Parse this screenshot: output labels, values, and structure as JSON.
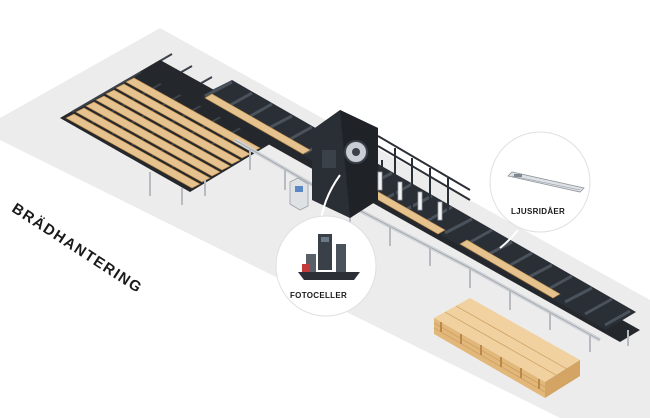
{
  "title": "BRÄDHANTERING",
  "callouts": {
    "photocells": {
      "label": "FOTOCELLER"
    },
    "light_curtain": {
      "label": "LJUSRIDÅER"
    }
  },
  "colors": {
    "floor": "#ececec",
    "conveyor_dark": "#24272c",
    "roller": "#3a4048",
    "rail": "#d9dcdf",
    "wood": "#e6c28e",
    "wood_dark": "#c99a5b",
    "machine": "#2a2e35"
  }
}
